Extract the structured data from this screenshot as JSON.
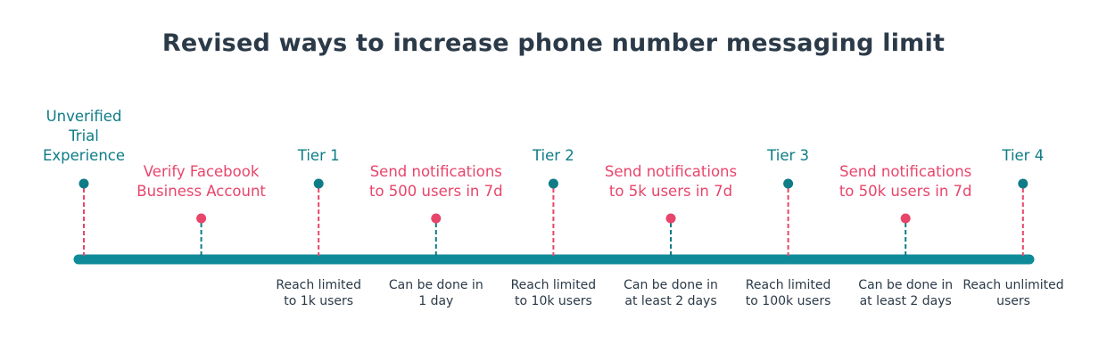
{
  "title": "Revised ways to increase phone number messaging limit",
  "colors": {
    "tier": "#0e7c86",
    "action": "#e8456b",
    "axis": "#0e8a98",
    "text": "#2b3a48"
  },
  "milestones": [
    {
      "kind": "tier",
      "label": "Unverified\nTrial\nExperience",
      "note": ""
    },
    {
      "kind": "action",
      "label": "Verify Facebook\nBusiness Account",
      "note": ""
    },
    {
      "kind": "tier",
      "label": "Tier 1",
      "note": "Reach limited\nto 1k users"
    },
    {
      "kind": "action",
      "label": "Send notifications\nto 500 users in 7d",
      "note": "Can be done in\n1 day"
    },
    {
      "kind": "tier",
      "label": "Tier 2",
      "note": "Reach limited\nto 10k users"
    },
    {
      "kind": "action",
      "label": "Send notifications\nto 5k users in 7d",
      "note": "Can be done in\nat least 2 days"
    },
    {
      "kind": "tier",
      "label": "Tier 3",
      "note": "Reach limited\nto 100k users"
    },
    {
      "kind": "action",
      "label": "Send notifications\nto 50k users in 7d",
      "note": "Can be done in\nat least 2 days"
    },
    {
      "kind": "tier",
      "label": "Tier 4",
      "note": "Reach unlimited\nusers"
    }
  ]
}
